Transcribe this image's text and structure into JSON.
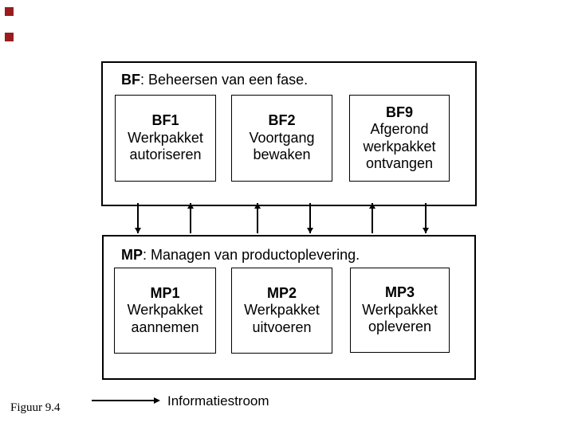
{
  "figure": {
    "label": "Figuur 9.4"
  },
  "decor": {
    "square_color": "#9B1C1C",
    "line_color": "#000000"
  },
  "legend": {
    "label": "Informatiestroom"
  },
  "bf": {
    "title_code": "BF",
    "title_rest": ": Beheersen van een fase.",
    "boxes": [
      {
        "lines": [
          "BF1",
          "Werkpakket",
          "autoriseren"
        ]
      },
      {
        "lines": [
          "BF2",
          "Voortgang",
          "bewaken"
        ]
      },
      {
        "lines": [
          "BF9",
          "Afgerond",
          "werkpakket",
          "ontvangen"
        ]
      }
    ]
  },
  "mp": {
    "title_code": "MP",
    "title_rest": ": Managen van productoplevering.",
    "boxes": [
      {
        "lines": [
          "MP1",
          "Werkpakket",
          "aannemen"
        ]
      },
      {
        "lines": [
          "MP2",
          "Werkpakket",
          "uitvoeren"
        ]
      },
      {
        "lines": [
          "MP3",
          "Werkpakket",
          "opleveren"
        ]
      }
    ]
  },
  "arrows": {
    "items": [
      {
        "direction": "down"
      },
      {
        "direction": "up"
      },
      {
        "direction": "up"
      },
      {
        "direction": "down"
      },
      {
        "direction": "up"
      },
      {
        "direction": "down"
      }
    ]
  }
}
